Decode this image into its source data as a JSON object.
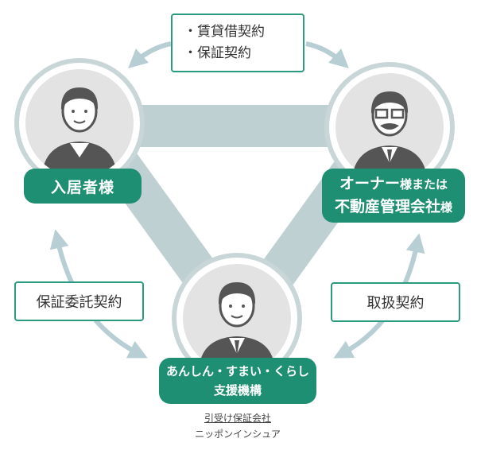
{
  "top_box": {
    "lines": [
      "・賃貸借契約",
      "・保証契約"
    ]
  },
  "tenant": {
    "label": "入居者様"
  },
  "owner": {
    "line1_main": "オーナー",
    "line1_small": "様または",
    "line2_main": "不動産管理会社",
    "line2_small": "様"
  },
  "org": {
    "line1": "あんしん・すまい・くらし",
    "line2": "支援機構"
  },
  "left_box": {
    "label": "保証委託契約"
  },
  "right_box": {
    "label": "取扱契約"
  },
  "caption": {
    "line1": "引受け保証会社",
    "line2": "ニッポンインシュア"
  },
  "colors": {
    "accent": "#1f8f74",
    "band": "#bfd0d3",
    "circle_bg": "#e3e3e3",
    "arrow": "#b7cfd4"
  }
}
